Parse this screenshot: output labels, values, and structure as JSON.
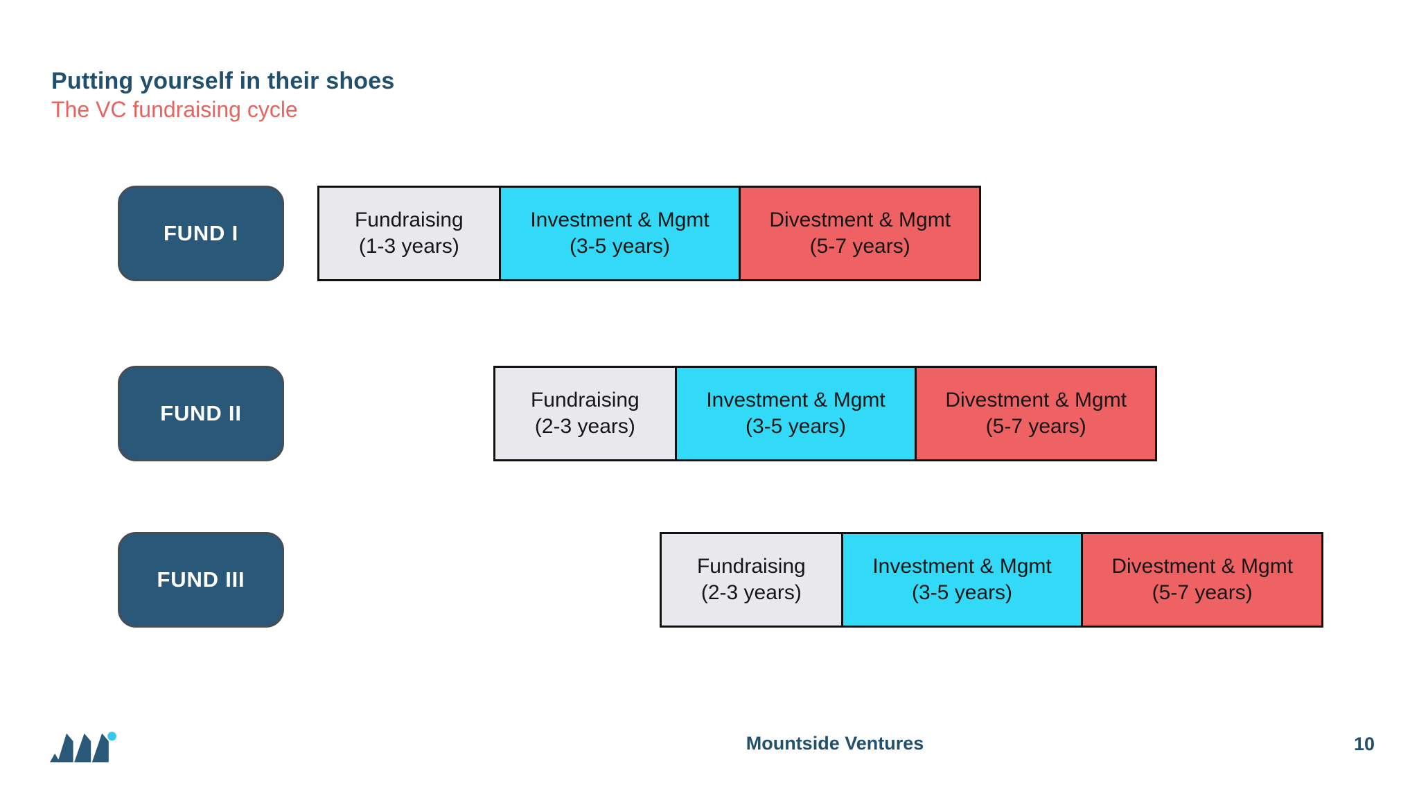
{
  "slide": {
    "title": "Putting yourself in their shoes",
    "subtitle": "The VC fundraising cycle"
  },
  "funds": [
    {
      "label": "FUND I",
      "phases": [
        {
          "name": "Fundraising",
          "duration": "(1-3 years)",
          "type": "fundraising"
        },
        {
          "name": "Investment & Mgmt",
          "duration": "(3-5 years)",
          "type": "investment"
        },
        {
          "name": "Divestment & Mgmt",
          "duration": "(5-7 years)",
          "type": "divestment"
        }
      ]
    },
    {
      "label": "FUND II",
      "phases": [
        {
          "name": "Fundraising",
          "duration": "(2-3 years)",
          "type": "fundraising"
        },
        {
          "name": "Investment & Mgmt",
          "duration": "(3-5 years)",
          "type": "investment"
        },
        {
          "name": "Divestment & Mgmt",
          "duration": "(5-7 years)",
          "type": "divestment"
        }
      ]
    },
    {
      "label": "FUND III",
      "phases": [
        {
          "name": "Fundraising",
          "duration": "(2-3 years)",
          "type": "fundraising"
        },
        {
          "name": "Investment & Mgmt",
          "duration": "(3-5 years)",
          "type": "investment"
        },
        {
          "name": "Divestment & Mgmt",
          "duration": "(5-7 years)",
          "type": "divestment"
        }
      ]
    }
  ],
  "footer": {
    "brand": "Mountside Ventures",
    "page": "10"
  },
  "colors": {
    "fund_box": "#2a5878",
    "phase_fundraising": "#e9e8ec",
    "phase_investment": "#33daf8",
    "phase_divestment": "#ee6264",
    "title_text": "#21506d",
    "subtitle_text": "#e8635e",
    "logo_teal": "#2a5878",
    "logo_dot": "#35c9ee"
  }
}
